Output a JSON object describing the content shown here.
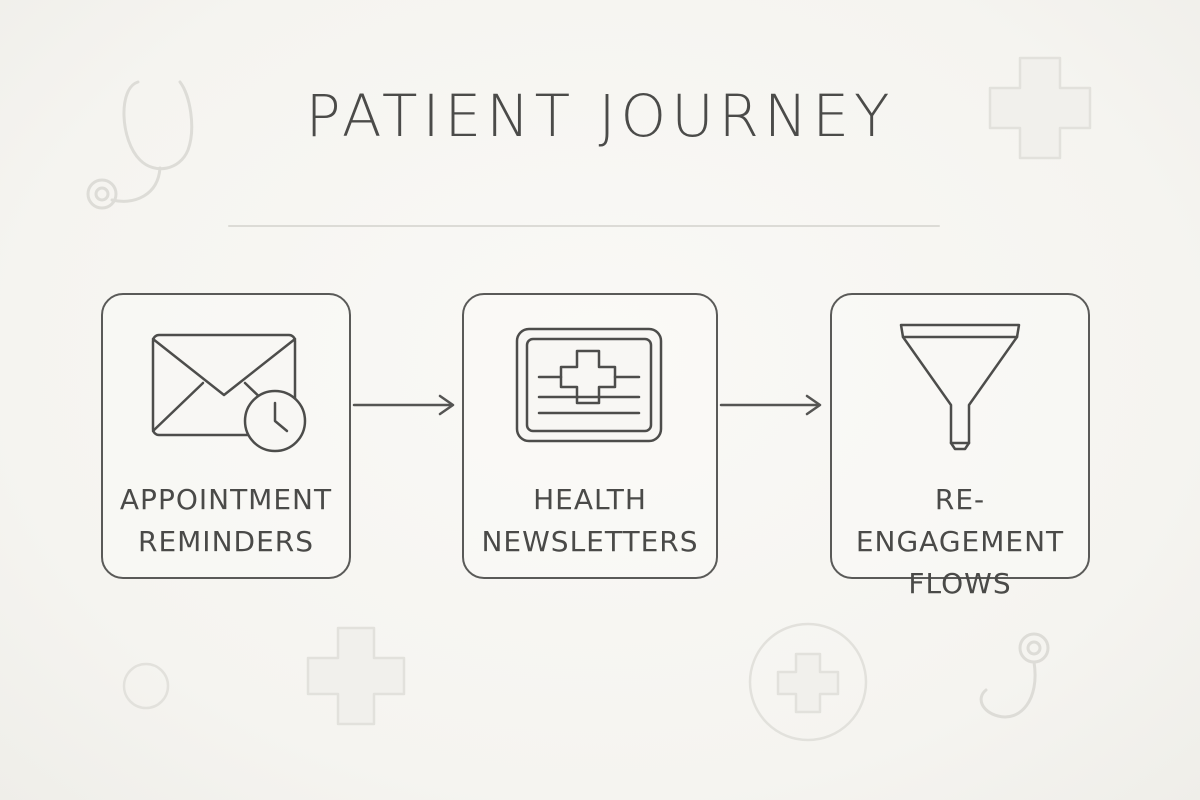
{
  "diagram": {
    "title": "PATIENT JOURNEY",
    "steps": [
      {
        "label": "APPOINTMENT\nREMINDERS",
        "icon": "envelope-clock-icon"
      },
      {
        "label": "HEALTH\nNEWSLETTERS",
        "icon": "newsletter-medical-cross-icon"
      },
      {
        "label": "RE-ENGAGEMENT\nFLOWS",
        "icon": "funnel-icon"
      }
    ],
    "connectors": [
      "arrow-right-icon",
      "arrow-right-icon"
    ],
    "decorations": [
      "stethoscope-icon",
      "medical-cross-icon",
      "medical-cross-icon",
      "circle-outline-icon",
      "medical-cross-circle-icon",
      "stethoscope-icon"
    ],
    "colors": {
      "ink": "#4a4a48",
      "faint": "#dcdbd6",
      "background": "#f7f6f2"
    }
  }
}
